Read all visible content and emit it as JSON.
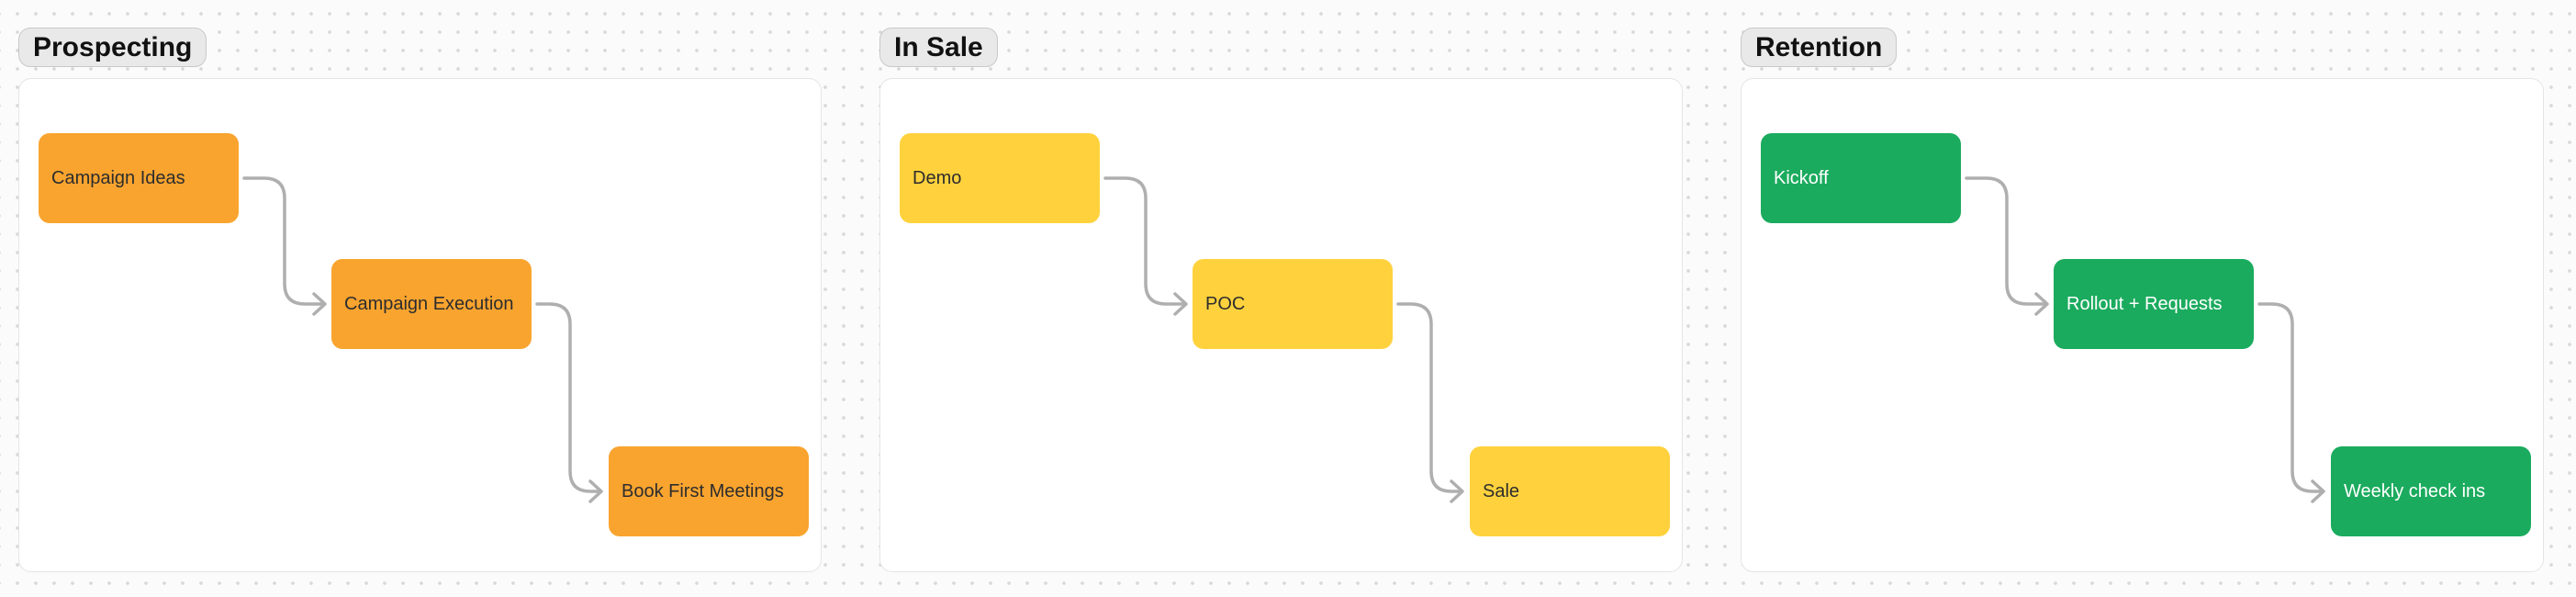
{
  "canvas": {
    "background": "#FBFBFB",
    "dot_color": "#D9D9D9",
    "frame_background": "#FFFFFF",
    "frame_border": "#E5E5E5",
    "connector_color": "#AFAFAF",
    "label_background": "#E9E9E9",
    "label_border": "#C9C9C9",
    "label_text_color": "#111111"
  },
  "diagram_type": "flowchart",
  "frames": [
    {
      "label": "Prospecting",
      "node_color": "#F9A42F",
      "node_text_color": "#2D2D2D",
      "nodes": [
        {
          "label": "Campaign Ideas"
        },
        {
          "label": "Campaign Execution"
        },
        {
          "label": "Book First Meetings"
        }
      ],
      "connections": [
        {
          "from": "Campaign Ideas",
          "to": "Campaign Execution"
        },
        {
          "from": "Campaign Execution",
          "to": "Book First Meetings"
        }
      ]
    },
    {
      "label": "In Sale",
      "node_color": "#FFD23D",
      "node_text_color": "#2D2D2D",
      "nodes": [
        {
          "label": "Demo"
        },
        {
          "label": "POC"
        },
        {
          "label": "Sale"
        }
      ],
      "connections": [
        {
          "from": "Demo",
          "to": "POC"
        },
        {
          "from": "POC",
          "to": "Sale"
        }
      ]
    },
    {
      "label": "Retention",
      "node_color": "#1BAB5E",
      "node_text_color": "#FFFFFF",
      "nodes": [
        {
          "label": "Kickoff"
        },
        {
          "label": "Rollout + Requests"
        },
        {
          "label": "Weekly check ins"
        }
      ],
      "connections": [
        {
          "from": "Kickoff",
          "to": "Rollout + Requests"
        },
        {
          "from": "Rollout + Requests",
          "to": "Weekly check ins"
        }
      ]
    }
  ]
}
